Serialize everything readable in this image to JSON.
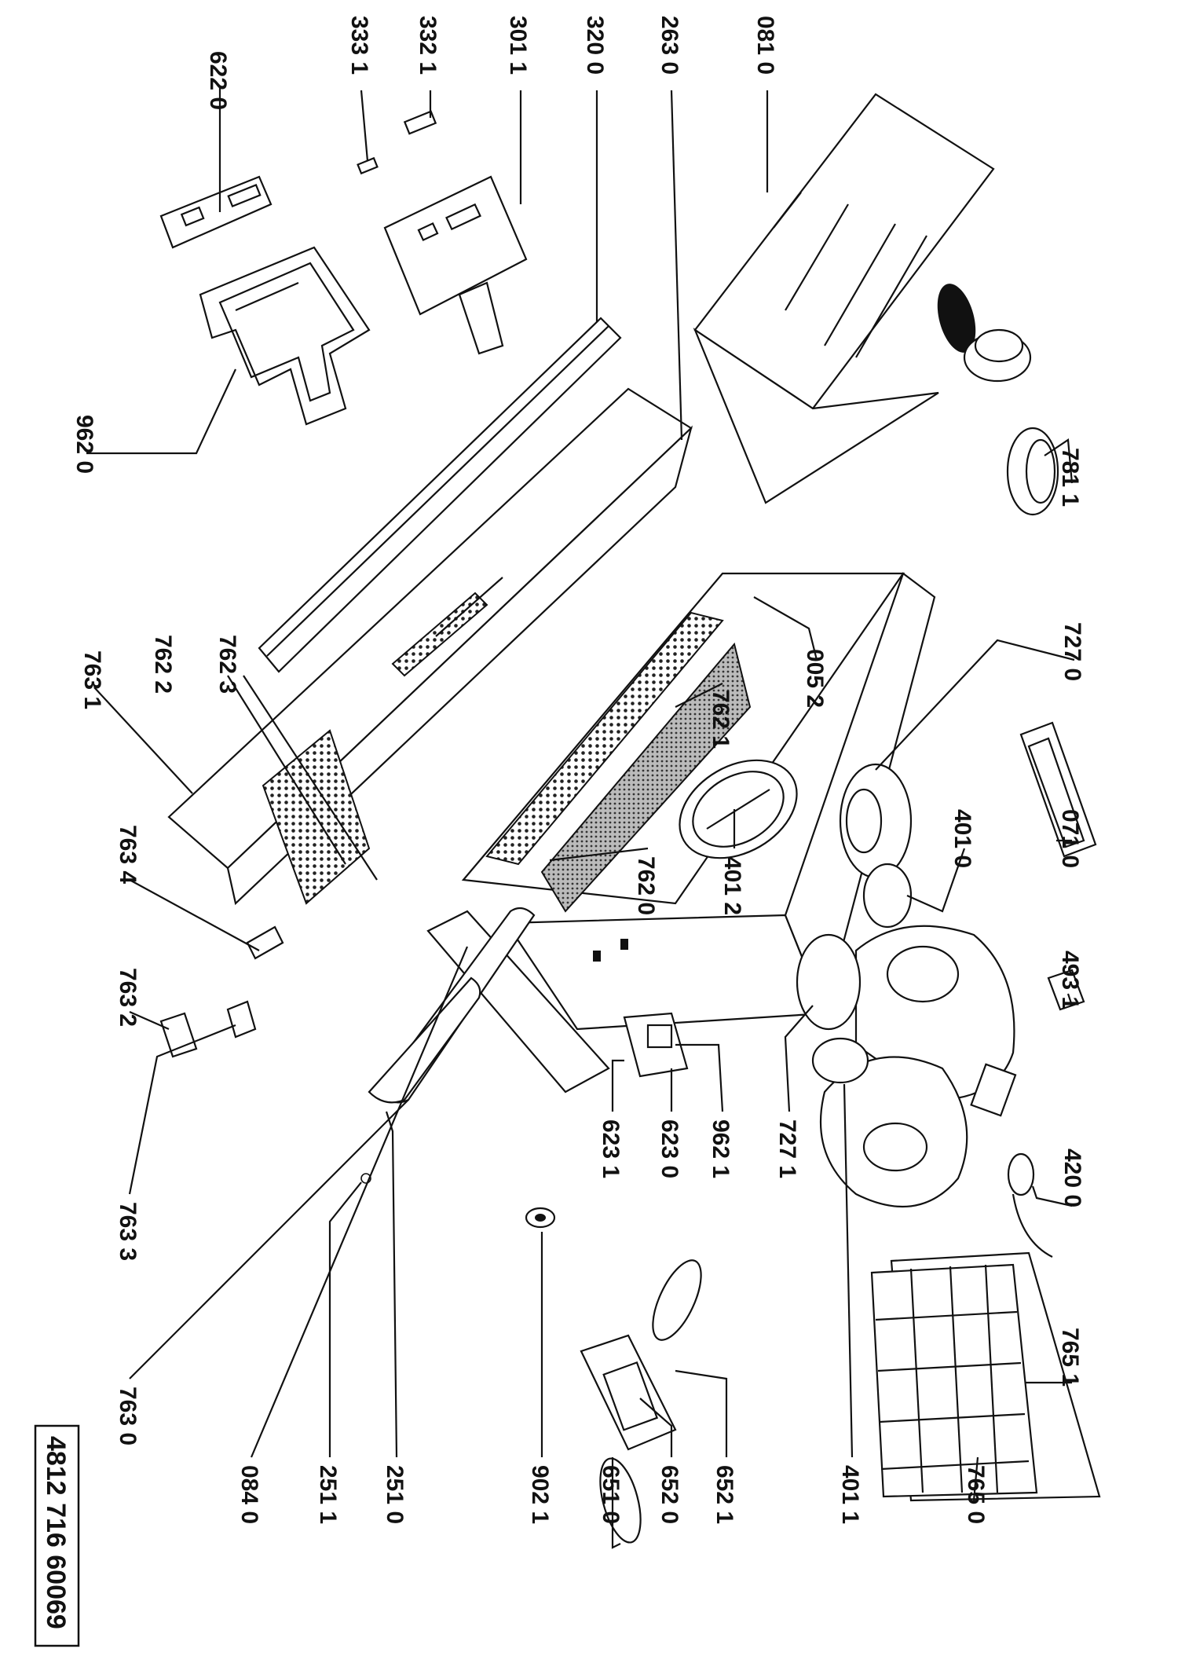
{
  "diagram": {
    "document_code": "4812 716 60069",
    "parts": [
      "622 0",
      "333 1",
      "332 1",
      "301 1",
      "320 0",
      "263 0",
      "081 0",
      "962 0",
      "781 1",
      "763 1",
      "762 2",
      "762 3",
      "727 0",
      "005 2",
      "762 1",
      "071 0",
      "401 0",
      "762 0",
      "401 2",
      "763 4",
      "493 1",
      "763 2",
      "763 3",
      "623 1",
      "623 0",
      "962 1",
      "727 1",
      "420 0",
      "763 0",
      "765 1",
      "084 0",
      "251 1",
      "251 0",
      "902 1",
      "651 0",
      "652 0",
      "652 1",
      "401 1",
      "765 0"
    ]
  }
}
